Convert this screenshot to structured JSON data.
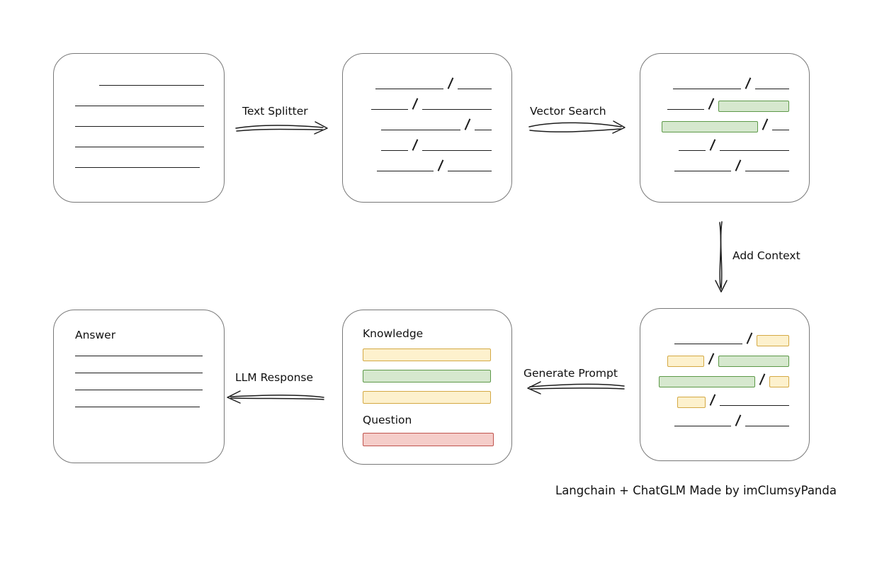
{
  "colors": {
    "line_color": "#1c1c1c",
    "box_border": "#787878",
    "green_fill": "#d6e8ce",
    "green_border": "#5d9948",
    "yellow_fill": "#fdf1cd",
    "yellow_border": "#d4a944",
    "red_fill": "#f5cdc9",
    "red_border": "#c0544e"
  },
  "arrows": {
    "text_splitter": {
      "label": "Text Splitter"
    },
    "vector_search": {
      "label": "Vector Search"
    },
    "add_context": {
      "label": "Add Context"
    },
    "generate_prompt": {
      "label": "Generate Prompt"
    },
    "llm_response": {
      "label": "LLM Response"
    }
  },
  "boxes": {
    "source_document": {
      "lines": [
        {
          "w": 148,
          "indent": 34
        },
        {
          "w": 182,
          "indent": 0
        },
        {
          "w": 182,
          "indent": 0
        },
        {
          "w": 182,
          "indent": 0
        },
        {
          "w": 176,
          "indent": 0
        }
      ]
    },
    "split_text": {
      "rows": [
        [
          {
            "t": "line",
            "w": 96
          },
          {
            "t": "slash"
          },
          {
            "t": "line",
            "w": 48
          }
        ],
        [
          {
            "t": "line",
            "w": 52
          },
          {
            "t": "slash"
          },
          {
            "t": "line",
            "w": 98
          }
        ],
        [
          {
            "t": "line",
            "w": 112
          },
          {
            "t": "slash"
          },
          {
            "t": "line",
            "w": 24
          }
        ],
        [
          {
            "t": "line",
            "w": 38
          },
          {
            "t": "slash"
          },
          {
            "t": "line",
            "w": 98
          }
        ],
        [
          {
            "t": "line",
            "w": 80
          },
          {
            "t": "slash"
          },
          {
            "t": "line",
            "w": 62
          }
        ]
      ]
    },
    "vector_matches": {
      "rows": [
        [
          {
            "t": "line",
            "w": 96
          },
          {
            "t": "slash"
          },
          {
            "t": "line",
            "w": 48
          }
        ],
        [
          {
            "t": "line",
            "w": 52
          },
          {
            "t": "slash"
          },
          {
            "t": "green",
            "w": 100
          }
        ],
        [
          {
            "t": "green",
            "w": 136
          },
          {
            "t": "slash"
          },
          {
            "t": "line",
            "w": 24
          }
        ],
        [
          {
            "t": "line",
            "w": 38
          },
          {
            "t": "slash"
          },
          {
            "t": "line",
            "w": 98
          }
        ],
        [
          {
            "t": "line",
            "w": 80
          },
          {
            "t": "slash"
          },
          {
            "t": "line",
            "w": 62
          }
        ]
      ]
    },
    "context_chunks": {
      "rows": [
        [
          {
            "t": "line",
            "w": 96
          },
          {
            "t": "slash"
          },
          {
            "t": "yellow",
            "w": 46
          }
        ],
        [
          {
            "t": "yellow",
            "w": 52
          },
          {
            "t": "slash"
          },
          {
            "t": "green",
            "w": 100
          }
        ],
        [
          {
            "t": "green",
            "w": 136
          },
          {
            "t": "slash"
          },
          {
            "t": "yellow",
            "w": 28
          }
        ],
        [
          {
            "t": "yellow",
            "w": 40
          },
          {
            "t": "slash"
          },
          {
            "t": "line",
            "w": 98
          }
        ],
        [
          {
            "t": "line",
            "w": 80
          },
          {
            "t": "slash"
          },
          {
            "t": "line",
            "w": 62
          }
        ]
      ]
    },
    "prompt": {
      "knowledge_label": "Knowledge",
      "question_label": "Question",
      "knowledge_bars": [
        {
          "t": "yellow",
          "w": 181
        },
        {
          "t": "green",
          "w": 181
        },
        {
          "t": "yellow",
          "w": 181
        }
      ],
      "question_bar": [
        {
          "t": "red",
          "w": 185
        }
      ]
    },
    "answer": {
      "label": "Answer",
      "lines": [
        {
          "w": 180,
          "indent": 0
        },
        {
          "w": 180,
          "indent": 0
        },
        {
          "w": 180,
          "indent": 0
        },
        {
          "w": 176,
          "indent": 0
        }
      ]
    }
  },
  "footer": {
    "credit": "Langchain + ChatGLM Made by imClumsyPanda"
  }
}
